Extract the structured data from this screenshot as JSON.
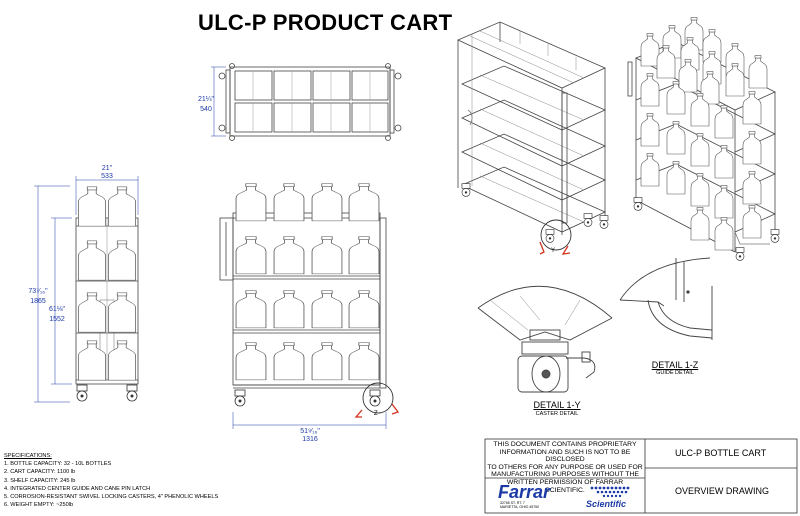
{
  "title": "ULC-P PRODUCT CART",
  "dimensions": {
    "top_view_depth_in": "21¼\"",
    "top_view_depth_mm": "540",
    "side_width_in": "21\"",
    "side_width_mm": "533",
    "overall_height_in": "73⁷⁄₁₆\"",
    "overall_height_mm": "1865",
    "shelf_height_in": "61⅛\"",
    "shelf_height_mm": "1552",
    "front_width_in": "51⁹⁄₁₆\"",
    "front_width_mm": "1316"
  },
  "callouts": {
    "y": "Y",
    "z": "Z"
  },
  "details": {
    "caster_title": "DETAIL  1-Y",
    "caster_sub": "CASTER DETAIL",
    "guide_title": "DETAIL  1-Z",
    "guide_sub": "GUIDE DETAIL"
  },
  "specifications": {
    "heading": "SPECIFICATIONS:",
    "items": [
      "1. BOTTLE CAPACITY: 32 - 10L BOTTLES",
      "2. CART CAPACITY: 1100 lb",
      "3. SHELF CAPACITY: 245 lb",
      "4. INTEGRATED CENTER GUIDE AND CANE PIN LATCH",
      "5. CORROSION-RESISTANT SWIVEL LOCKING CASTERS, 4\" PHENOLIC WHEELS",
      "6. WEIGHT EMPTY: ~250lb"
    ]
  },
  "title_block": {
    "notice_lines": [
      "THIS DOCUMENT CONTAINS PROPRIETARY",
      "INFORMATION AND SUCH IS NOT TO BE DISCLOSED",
      "TO OTHERS FOR ANY PURPOSE OR USED FOR",
      "MANUFACTURING PURPOSES WITHOUT THE",
      "WRITTEN PERMISSION OF FARRAR SCIENTIFIC."
    ],
    "drawing_name": "ULC-P BOTTLE CART",
    "drawing_type": "OVERVIEW DRAWING",
    "logo_main": "Farrar",
    "logo_sub": "Scientific",
    "address_line1": "32765 ST. RT. 7",
    "address_line2": "MARIETTA, OHIO 45750"
  },
  "colors": {
    "line": "#3a3a3a",
    "dimension": "#1c3aa6",
    "callout_arrow": "#d2321e",
    "logo": "#1c3aa6"
  }
}
